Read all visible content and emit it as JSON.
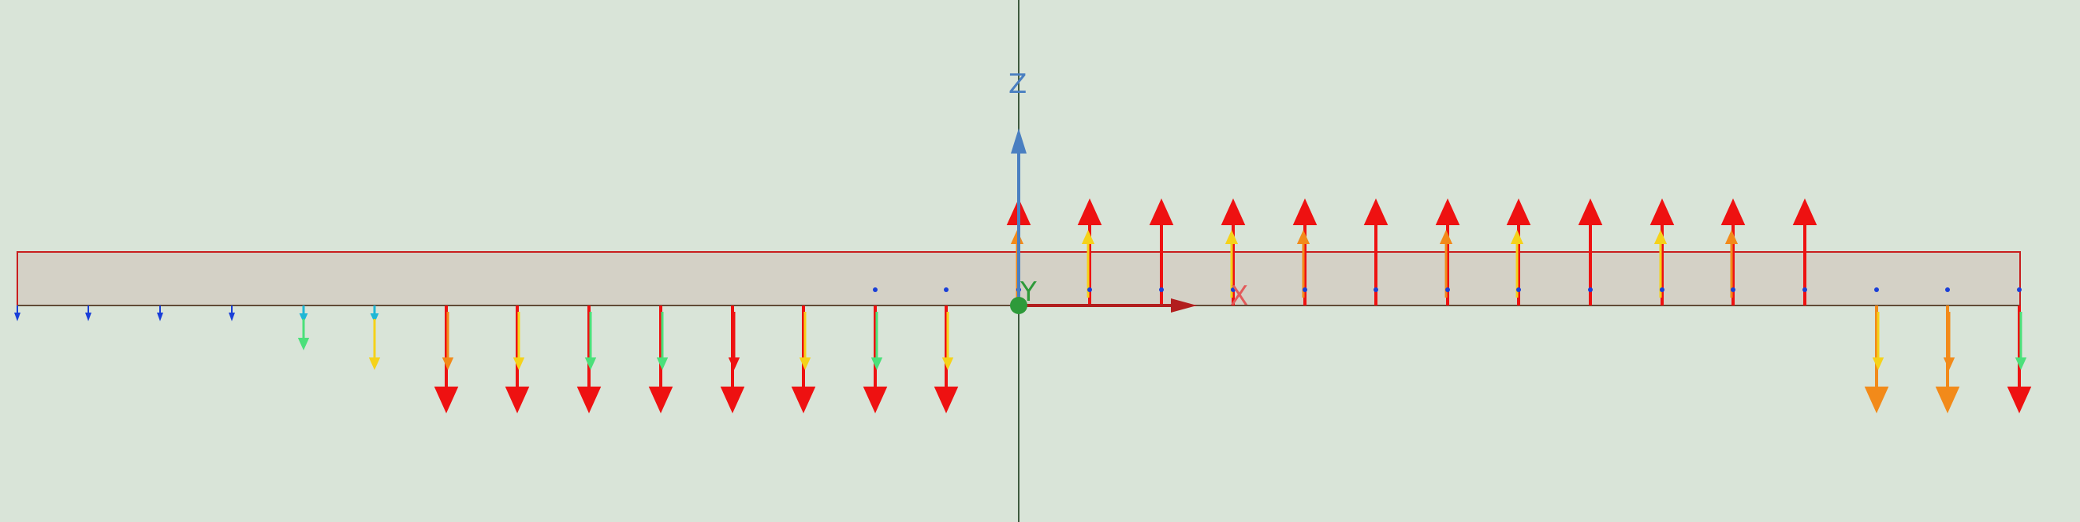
{
  "viewport": {
    "background": "#d9e4d8",
    "beam_fill": "#d4d1c6",
    "beam_stroke": "#c81e1e"
  },
  "axes": {
    "x_label": "X",
    "y_label": "Y",
    "z_label": "Z",
    "x_color": "#b21e1e",
    "y_color": "#2e9a3a",
    "z_color": "#4a7fc1"
  },
  "reaction_force_arrows": {
    "up_color": "#ee1111",
    "down_color": "#ee1111",
    "secondary_colors": [
      "#f28a1a",
      "#f5d21a",
      "#4be07a",
      "#1fb7d6",
      "#1a3fd8"
    ],
    "supports_up_count": 12,
    "supports_down_count": 11,
    "small_markers_count": 6
  }
}
